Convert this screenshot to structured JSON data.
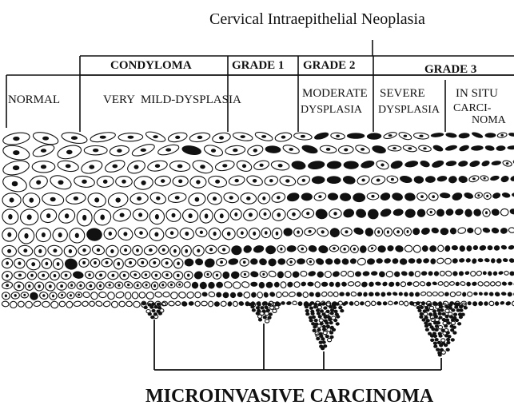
{
  "title": "Cervical Intraepithelial Neoplasia",
  "grades": {
    "condyloma": "CONDYLOMA",
    "grade1": "GRADE 1",
    "grade2": "GRADE 2",
    "grade3": "GRADE 3"
  },
  "stages": {
    "normal": "NORMAL",
    "very_mild": "VERY  MILD-DYSPLASIA",
    "moderate_line1": "MODERATE",
    "moderate_line2": "DYSPLASIA",
    "severe_line1": "SEVERE",
    "severe_line2": "DYSPLASIA",
    "insitu_line1": "IN SITU",
    "insitu_line2": "CARCI-",
    "insitu_line3": "NOMA"
  },
  "footer": "MICROINVASIVE CARCINOMA",
  "colors": {
    "ink": "#111111",
    "paper": "#ffffff"
  }
}
